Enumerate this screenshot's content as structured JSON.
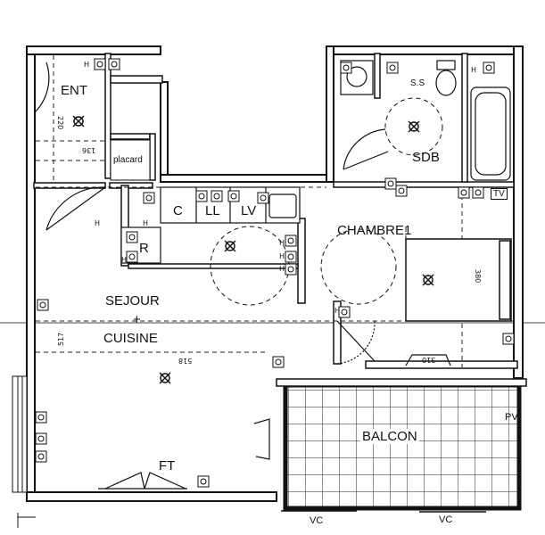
{
  "rooms": {
    "entry": "ENT",
    "bathroom": "SDB",
    "bedroom": "CHAMBRE1",
    "living_line1": "SEJOUR",
    "living_plus": "+",
    "living_line2": "CUISINE",
    "balcony": "BALCON",
    "window": "FT"
  },
  "fixtures": {
    "closet": "placard",
    "fridge": "R",
    "cooktop": "C",
    "washing_machine": "LL",
    "dishwasher": "LV",
    "heating": "S.S",
    "tv": "TV",
    "pv": "PV",
    "socket_h": "H"
  },
  "dims": {
    "entry_width": "220",
    "closet_width": "136",
    "living_depth": "517",
    "living_width": "518",
    "bed_length": "380",
    "balcony_door": "310"
  },
  "vents": {
    "vent_left": "VC",
    "vent_right": "VC"
  }
}
